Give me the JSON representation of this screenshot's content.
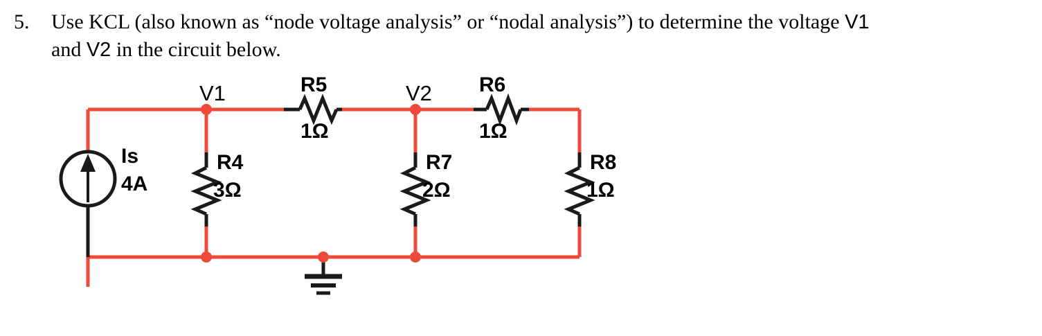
{
  "question": {
    "number": "5.",
    "line1_a": "Use KCL (also known as “node voltage analysis” or “nodal analysis”) to determine the voltage ",
    "line1_v1": "V1",
    "line2_a": "and ",
    "line2_v2": "V2",
    "line2_b": " in the circuit below."
  },
  "circuit": {
    "wire_color": "#ed4a3a",
    "component_color": "#1a1a1a",
    "node_dot_color": "#ed4a3a",
    "source": {
      "name_label": "Is",
      "value_label": "4A",
      "type": "current-source",
      "direction": "up"
    },
    "nodes": [
      {
        "label": "V1"
      },
      {
        "label": "V2"
      }
    ],
    "resistors": [
      {
        "name": "R5",
        "value": "1Ω",
        "orientation": "horizontal"
      },
      {
        "name": "R6",
        "value": "1Ω",
        "orientation": "horizontal"
      },
      {
        "name": "R4",
        "value": "3Ω",
        "orientation": "vertical"
      },
      {
        "name": "R7",
        "value": "2Ω",
        "orientation": "vertical"
      },
      {
        "name": "R8",
        "value": "1Ω",
        "orientation": "vertical"
      }
    ],
    "ground": {
      "label": "ground-symbol"
    }
  }
}
